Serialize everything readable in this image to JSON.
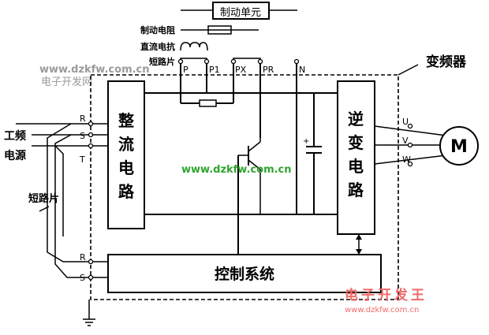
{
  "legend": {
    "brake_unit": "制动单元",
    "brake_resistor": "制动电阻",
    "dc_reactor": "直流电抗",
    "short_link": "短路片"
  },
  "terminals": {
    "p": "P",
    "p1": "P1",
    "px": "PX",
    "pr": "PR",
    "n": "N"
  },
  "inverter_label": "变频器",
  "input": {
    "label_line1": "工频",
    "label_line2": "电源",
    "r": "R",
    "s": "S",
    "t": "T"
  },
  "short_link_side": "短路片",
  "control_terminals": {
    "r": "R",
    "s": "S"
  },
  "blocks": {
    "rectifier": [
      "整",
      "流",
      "电",
      "路"
    ],
    "inverter": [
      "逆",
      "变",
      "电",
      "路"
    ],
    "control": "控制系统"
  },
  "outputs": {
    "u": "U",
    "v": "V",
    "w": "W"
  },
  "motor": "M",
  "watermarks": {
    "top_url": "www.dzkfw.com.cn",
    "top_name": "电子开发网",
    "center_url": "www.dzkfw.com.cn",
    "bottom_name": "电子开发王",
    "bottom_url": "www.dzkfw.com.cn"
  },
  "colors": {
    "watermark_gray": "#9a9a9a",
    "watermark_green": "#2fa52f",
    "watermark_red": "#f06a6a"
  }
}
